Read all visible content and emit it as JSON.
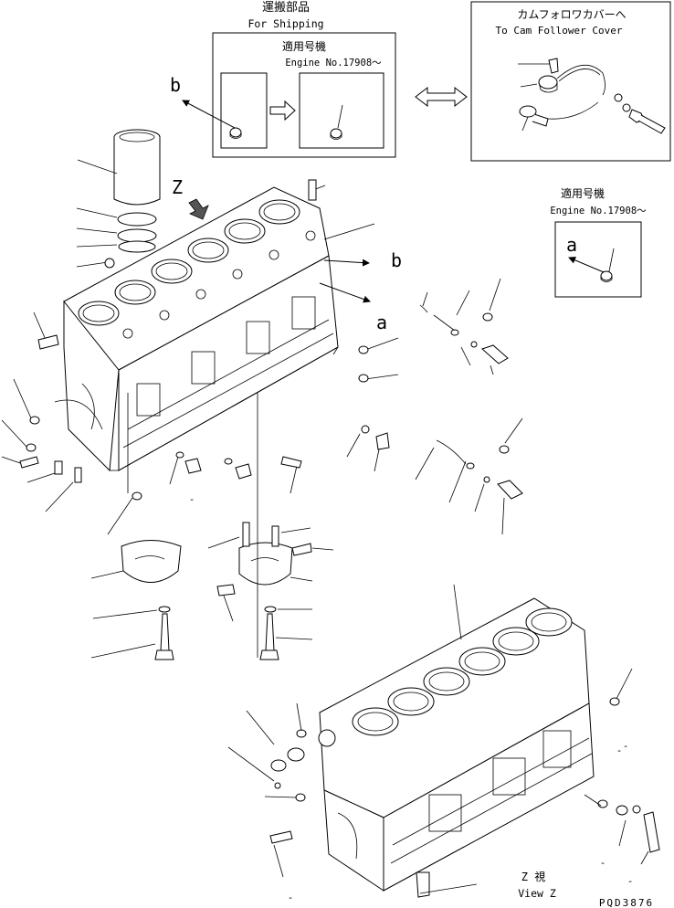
{
  "shipping_box": {
    "title_jp": "運搬部品",
    "title_en": "For Shipping",
    "applicable_jp": "適用号機",
    "engine_no": "Engine No.17908〜",
    "callout": "b"
  },
  "cam_box": {
    "title_jp": "カムフォロワカバーへ",
    "title_en": "To Cam Follower Cover"
  },
  "right_note": {
    "applicable_jp": "適用号機",
    "engine_no": "Engine No.17908〜",
    "callout": "a"
  },
  "main": {
    "view_arrow": "Z",
    "callout_b": "b",
    "callout_a": "a"
  },
  "view_caption": {
    "jp": "Z 視",
    "en": "View Z"
  },
  "drawing_code": "PQD3876",
  "dash_marks": [
    "-",
    "-",
    "-",
    "-",
    "-",
    "-"
  ]
}
